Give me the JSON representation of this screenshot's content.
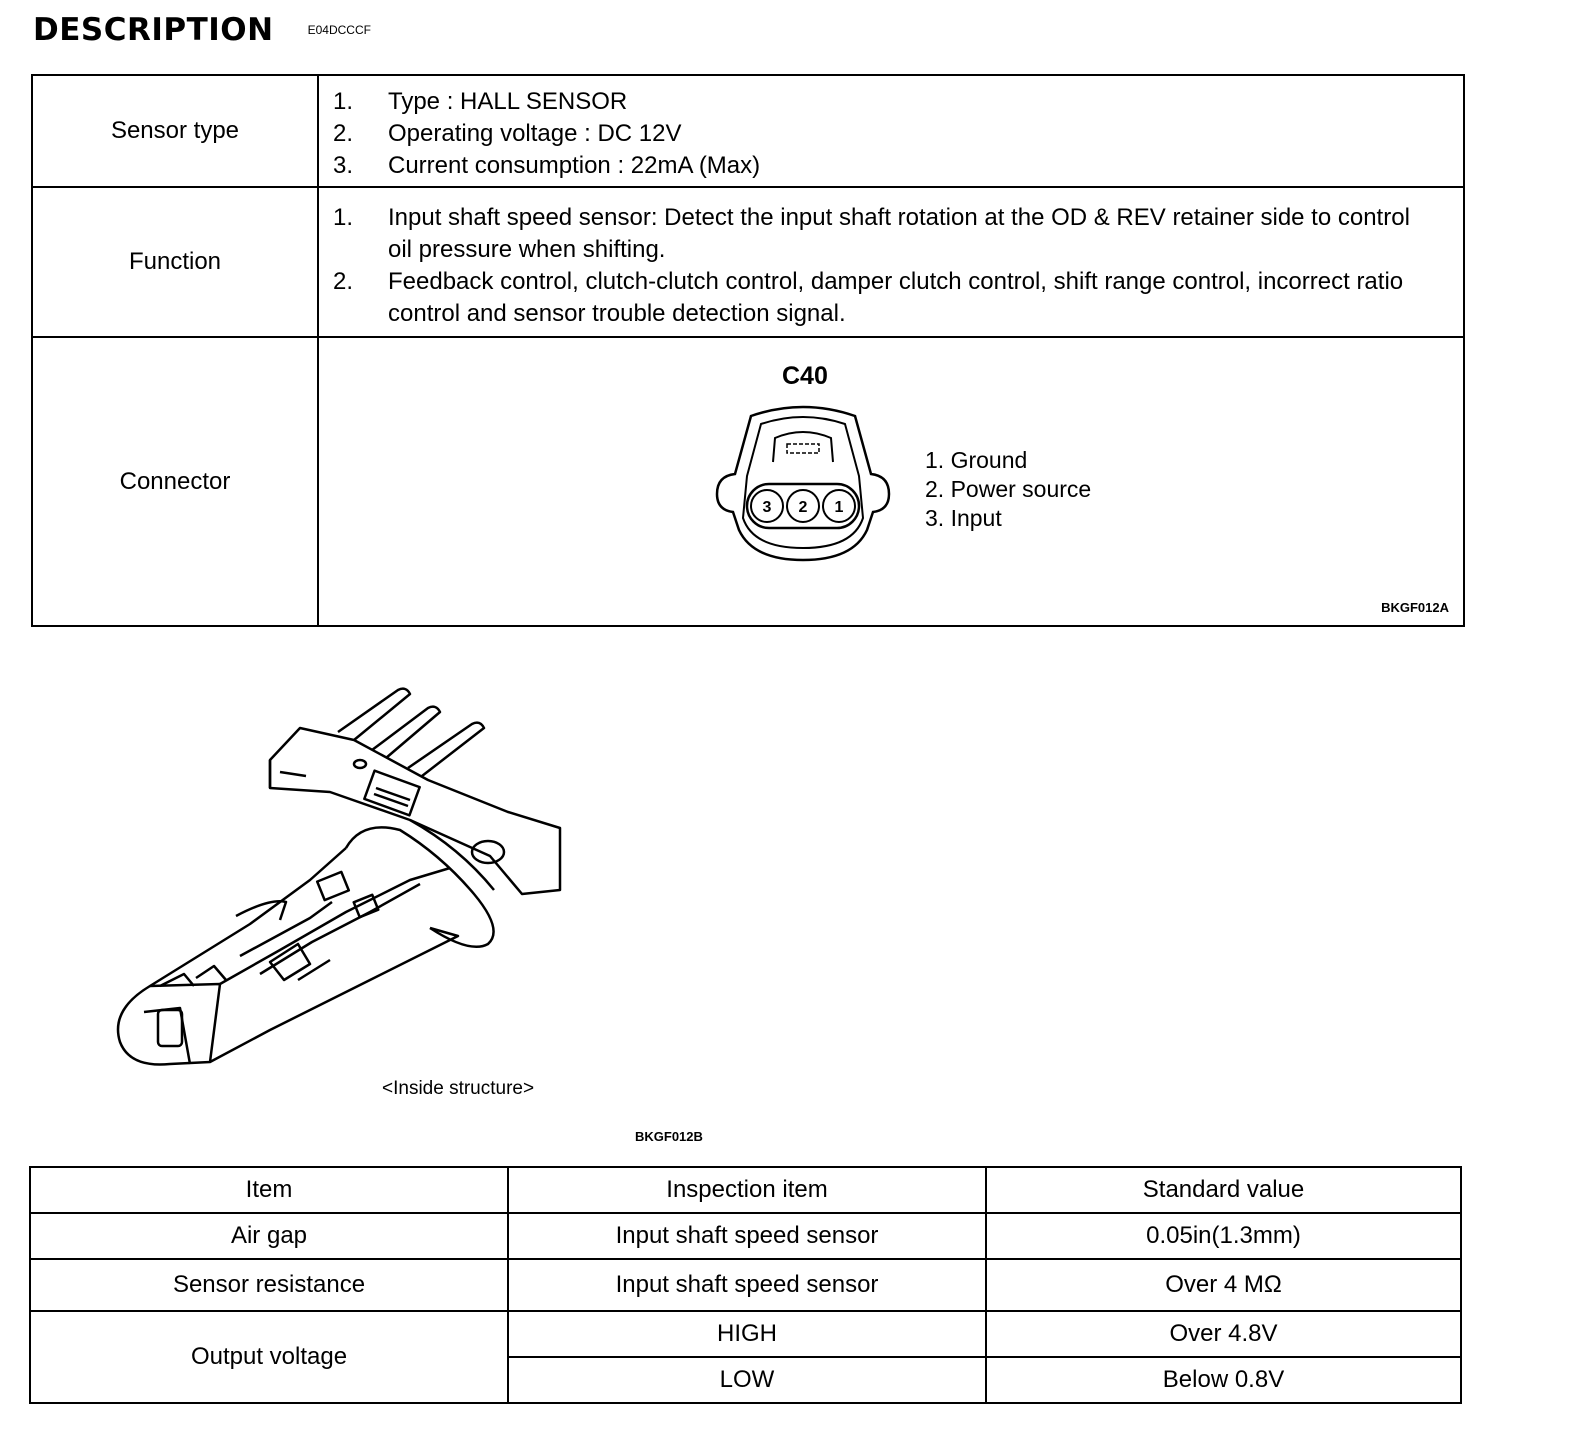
{
  "heading": {
    "title": "DESCRIPTION",
    "code": "E04DCCCF"
  },
  "description": {
    "sensor_type": {
      "label": "Sensor type",
      "items": [
        {
          "num": "1.",
          "text": "Type : HALL SENSOR"
        },
        {
          "num": "2.",
          "text": "Operating voltage : DC 12V"
        },
        {
          "num": "3.",
          "text": "Current consumption : 22mA (Max)"
        }
      ]
    },
    "function": {
      "label": "Function",
      "items": [
        {
          "num": "1.",
          "text": "Input shaft speed sensor: Detect the input shaft rotation at the OD & REV retainer side to control oil pressure when shifting."
        },
        {
          "num": "2.",
          "text": "Feedback control, clutch-clutch control, damper clutch control, shift range control, incorrect ratio control and sensor trouble detection signal."
        }
      ]
    },
    "connector": {
      "label": "Connector",
      "name": "C40",
      "pin_numbers": [
        "3",
        "2",
        "1"
      ],
      "pins": [
        "1. Ground",
        "2. Power source",
        "3. Input"
      ],
      "figure_code": "BKGF012A"
    }
  },
  "figure": {
    "caption": "<Inside structure>",
    "code": "BKGF012B"
  },
  "spec_table": {
    "headers": [
      "Item",
      "Inspection item",
      "Standard value"
    ],
    "air_gap": [
      "Air gap",
      "Input shaft speed sensor",
      "0.05in(1.3mm)"
    ],
    "resistance": [
      "Sensor resistance",
      "Input shaft speed sensor",
      "Over 4 MΩ"
    ],
    "output_voltage": {
      "item": "Output voltage",
      "high": [
        "HIGH",
        "Over 4.8V"
      ],
      "low": [
        "LOW",
        "Below 0.8V"
      ]
    }
  }
}
